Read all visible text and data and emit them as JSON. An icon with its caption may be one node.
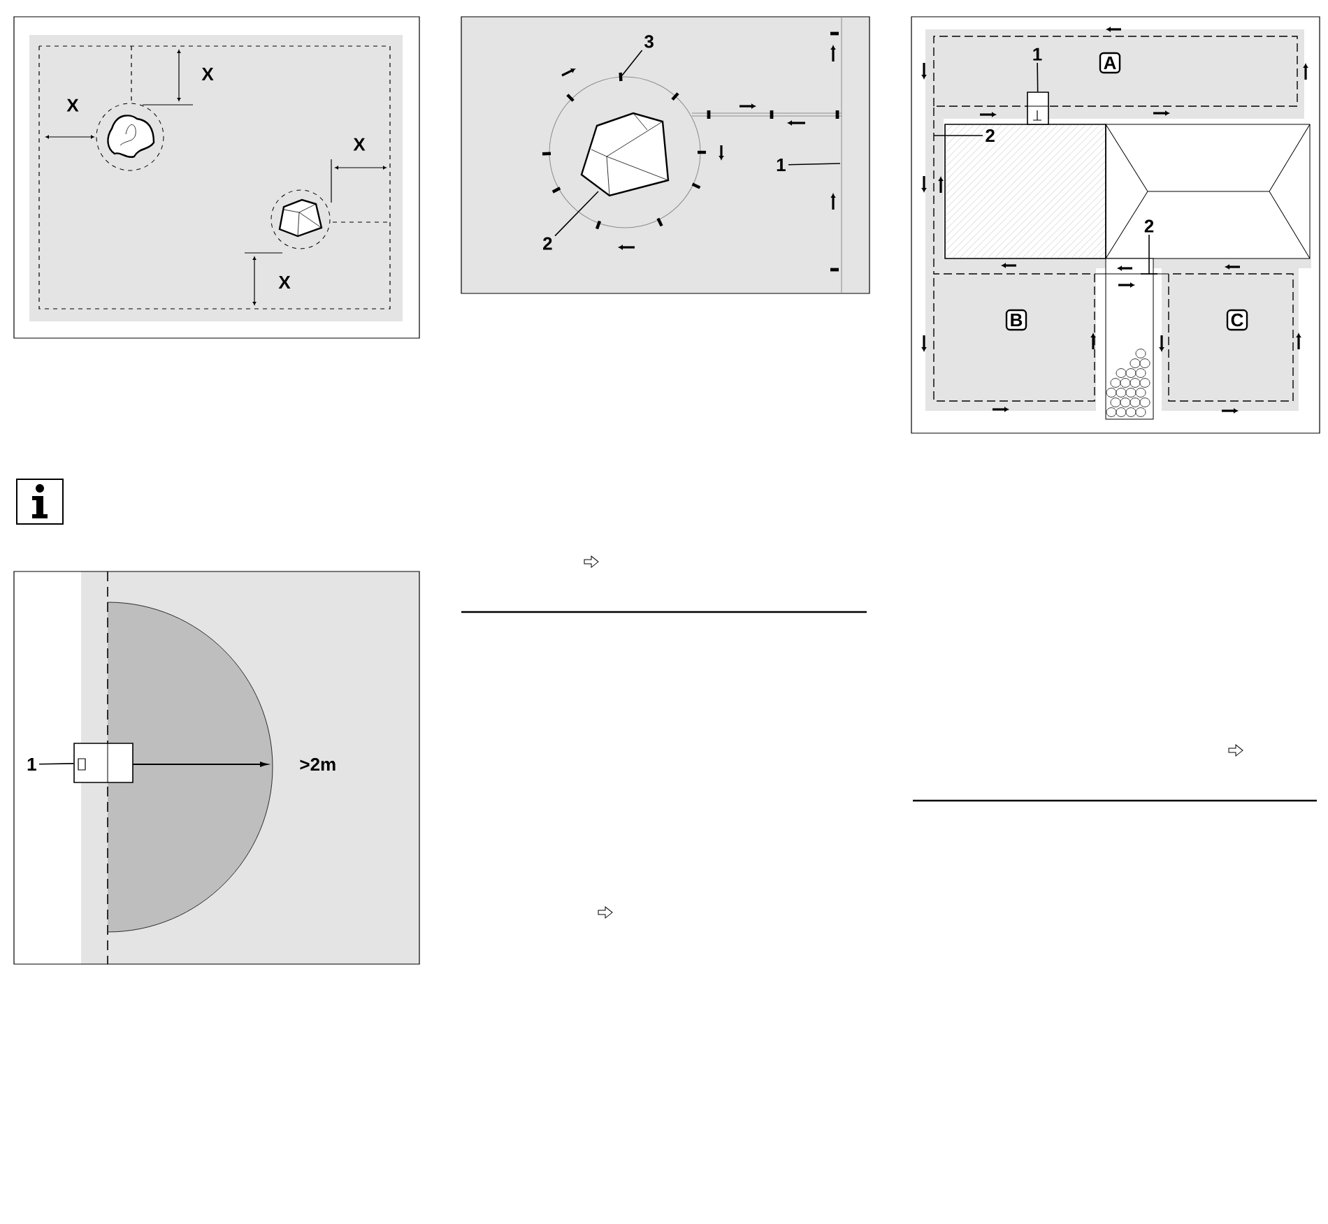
{
  "diagram": {
    "nodes": [
      {
        "text": [
          "3"
        ]
      },
      {
        "text": [
          "2"
        ]
      },
      {
        "text": [
          "1"
        ]
      },
      {
        "text": [
          "1"
        ]
      },
      {
        "text": [
          "2"
        ]
      },
      {
        "text": [
          "2"
        ]
      },
      {
        "text": [
          "A"
        ]
      },
      {
        "text": [
          "B"
        ]
      },
      {
        "text": [
          "C"
        ]
      },
      {
        "text": [
          "1"
        ]
      },
      {
        "text": [],
        "shape": "box"
      },
      {
        "text": [],
        "shape": "box"
      }
    ],
    "edges": [
      {
        "from": 0,
        "to": null,
        "arrow": "none"
      },
      {
        "from": 1,
        "to": null,
        "arrow": "none"
      },
      {
        "from": 2,
        "to": null,
        "arrow": "none"
      },
      {
        "from": 3,
        "to": 10,
        "arrow": "none"
      },
      {
        "from": 4,
        "to": null,
        "arrow": "none"
      },
      {
        "from": 5,
        "to": null,
        "arrow": "none"
      },
      {
        "from": 9,
        "to": 11,
        "arrow": "none"
      }
    ],
    "labels": [
      "X",
      "X",
      "X",
      "X",
      ">2m"
    ]
  }
}
